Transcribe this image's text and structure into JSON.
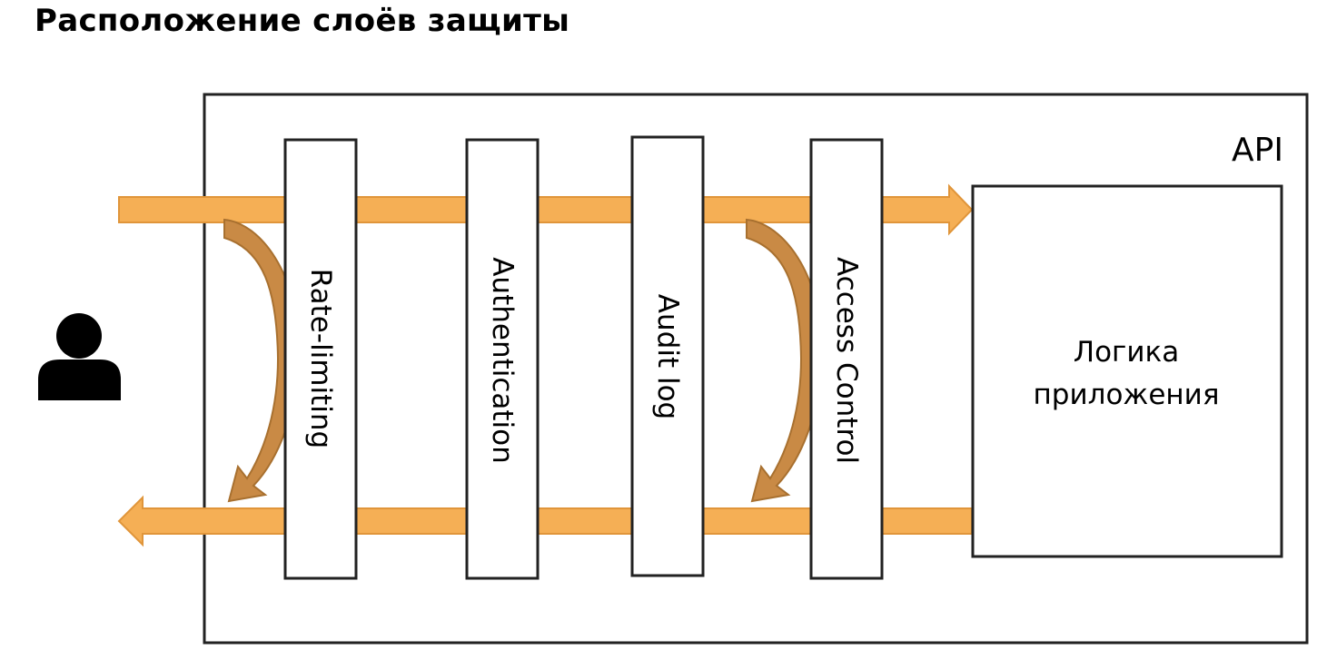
{
  "title": "Расположение слоёв защиты",
  "api_label": "API",
  "app_logic": {
    "line1": "Логика",
    "line2": "приложения"
  },
  "layers": [
    {
      "id": "rate-limiting",
      "label": "Rate-limiting"
    },
    {
      "id": "authentication",
      "label": "Authentication"
    },
    {
      "id": "audit-log",
      "label": "Audit log"
    },
    {
      "id": "access-control",
      "label": "Access Control"
    }
  ],
  "icons": {
    "user": "user-icon"
  },
  "colors": {
    "flow_arrow": "#F5AF55",
    "flow_arrow_edge": "#E0953A",
    "reject_arrow": "#C98A45",
    "reject_arrow_edge": "#A8702F",
    "box_stroke": "#222222"
  }
}
